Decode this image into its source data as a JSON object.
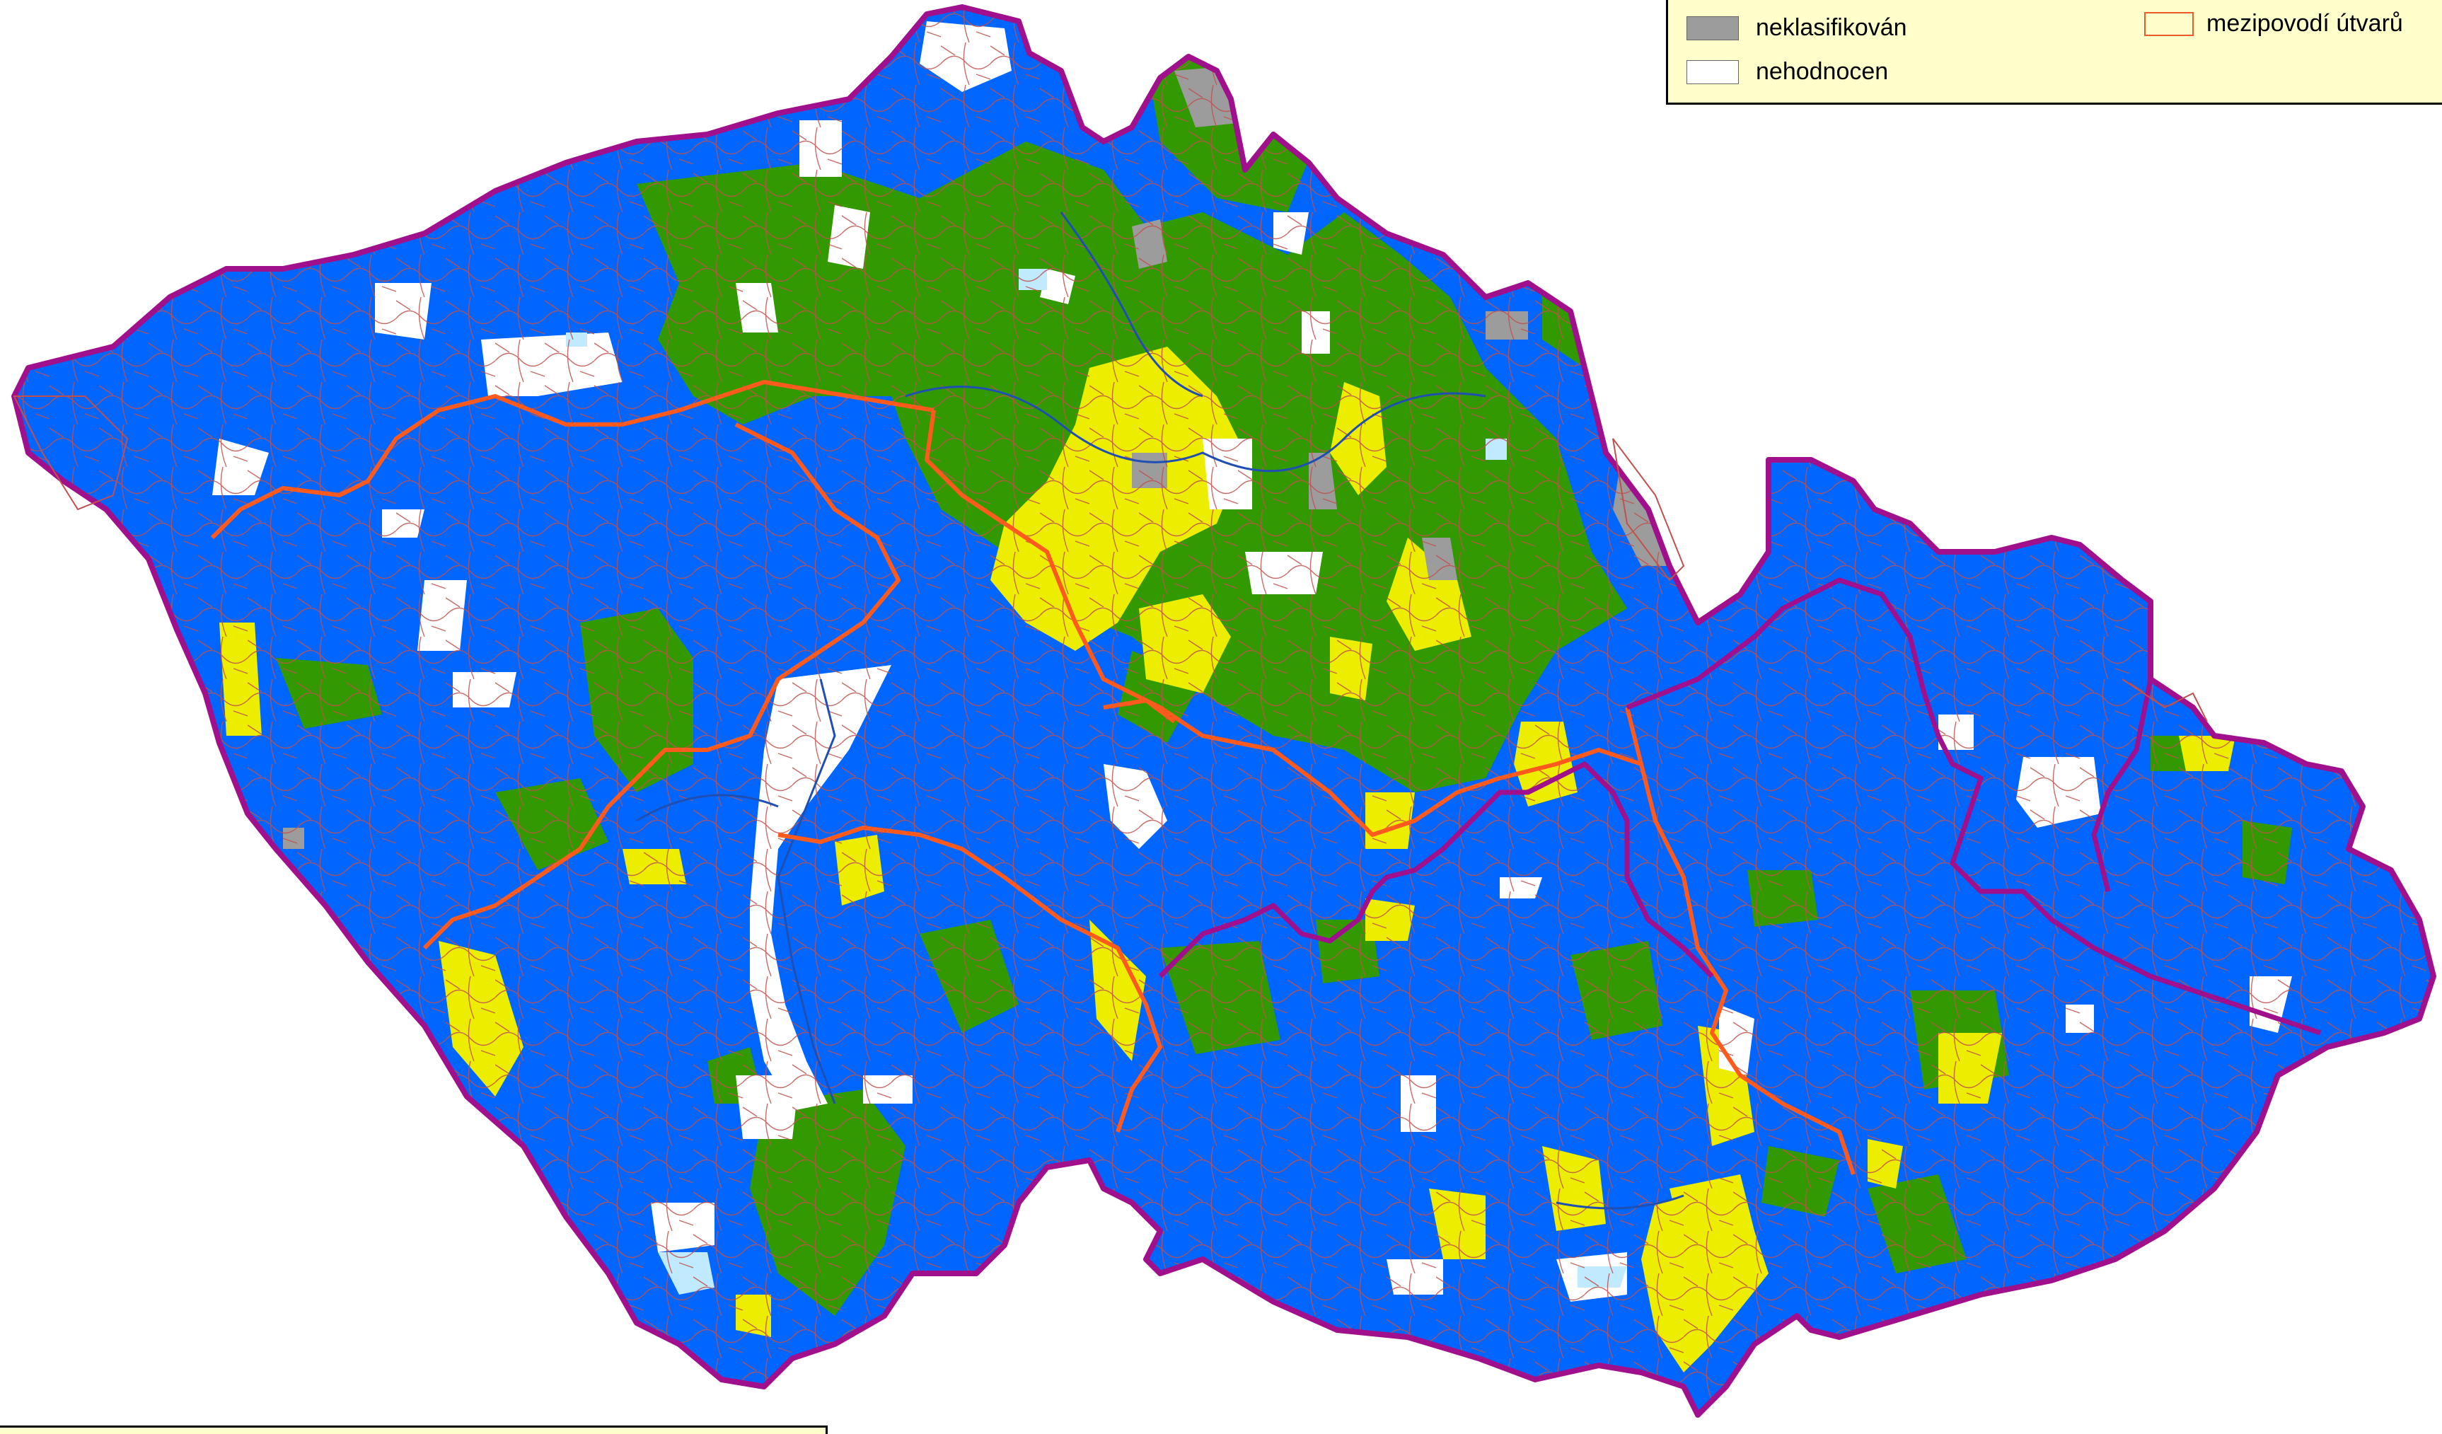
{
  "legend": {
    "items": [
      {
        "label": "neklasifikován",
        "swatch": "fill",
        "color": "#9c9c9c"
      },
      {
        "label": "nehodnocen",
        "swatch": "fill",
        "color": "#ffffff"
      },
      {
        "label": "mezipovodí útvarů",
        "swatch": "outline",
        "color": "#f05a28"
      }
    ]
  },
  "map": {
    "class_colors": {
      "blue": "#0066ff",
      "green": "#339900",
      "yellow": "#eded00",
      "gray": "#9c9c9c",
      "white": "#ffffff"
    },
    "country_border_color": "#a0108c",
    "district_border_color": "#ff5a1e",
    "subbasin_line_color": "#c0504d",
    "river_color": "#1f4fb3",
    "lake_color": "#bfeaff"
  }
}
